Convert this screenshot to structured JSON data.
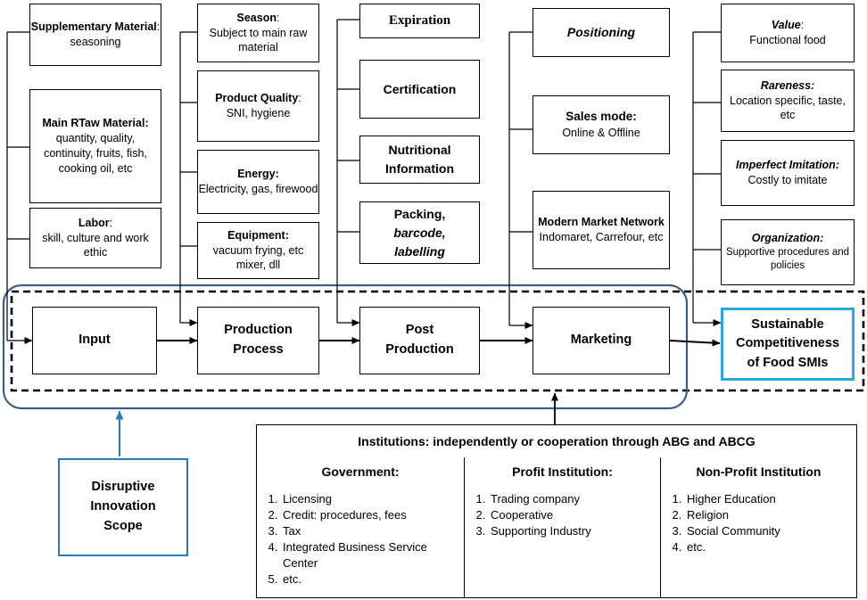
{
  "inputs": {
    "supplementary": {
      "title": "Supplementary Material",
      "desc": "seasoning"
    },
    "main_raw": {
      "title": "Main RTaw Material",
      "desc": "quantity, quality, continuity, fruits, fish, cooking oil, etc"
    },
    "labor": {
      "title": "Labor",
      "desc": "skill, culture and work ethic"
    }
  },
  "production": {
    "season": {
      "title": "Season",
      "desc": "Subject to main raw material"
    },
    "quality": {
      "title": "Product Quality",
      "desc": "SNI, hygiene"
    },
    "energy": {
      "title": "Energy:",
      "desc": "Electricity, gas, firewood"
    },
    "equipment": {
      "title": "Equipment:",
      "desc": "vacuum frying, etc mixer, dll"
    }
  },
  "post_production": {
    "expiration": "Expiration",
    "certification": "Certification",
    "nutritional": "Nutritional Information",
    "packing": {
      "line1": "Packing,",
      "line2": "barcode,",
      "line3": "labelling"
    }
  },
  "marketing": {
    "positioning": "Positioning",
    "sales_mode": {
      "title": "Sales mode:",
      "desc": "Online & Offline"
    },
    "network": {
      "title": "Modern Market Network",
      "desc": "Indomaret, Carrefour, etc"
    }
  },
  "competitiveness": {
    "value": {
      "title": "Value",
      "desc": "Functional food"
    },
    "rareness": {
      "title": "Rareness:",
      "desc": "Location specific, taste, etc"
    },
    "imitation": {
      "title": "Imperfect Imitation:",
      "desc": "Costly to imitate"
    },
    "organization": {
      "title": "Organization:",
      "desc": "Supportive procedures and policies"
    }
  },
  "flow": {
    "input": "Input",
    "production_process": "Production Process",
    "post_production": "Post Production",
    "marketing": "Marketing",
    "outcome": "Sustainable Competitiveness of Food SMIs"
  },
  "disruptive": "Disruptive Innovation Scope",
  "institutions": {
    "header": "Institutions: independently or cooperation through ABG and ABCG",
    "government": {
      "title": "Government:",
      "items": [
        "Licensing",
        "Credit: procedures, fees",
        "Tax",
        "Integrated Business Service Center",
        "etc."
      ]
    },
    "profit": {
      "title": "Profit Institution:",
      "items": [
        "Trading company",
        "Cooperative",
        "Supporting Industry"
      ]
    },
    "nonprofit": {
      "title": "Non-Profit Institution",
      "items": [
        "Higher Education",
        "Religion",
        "Social Community",
        "etc."
      ]
    }
  },
  "colors": {
    "scope_outline": "#3b5f86",
    "highlight": "#29a9e0",
    "disruptive_border": "#2d7ab8",
    "line": "#000000"
  }
}
